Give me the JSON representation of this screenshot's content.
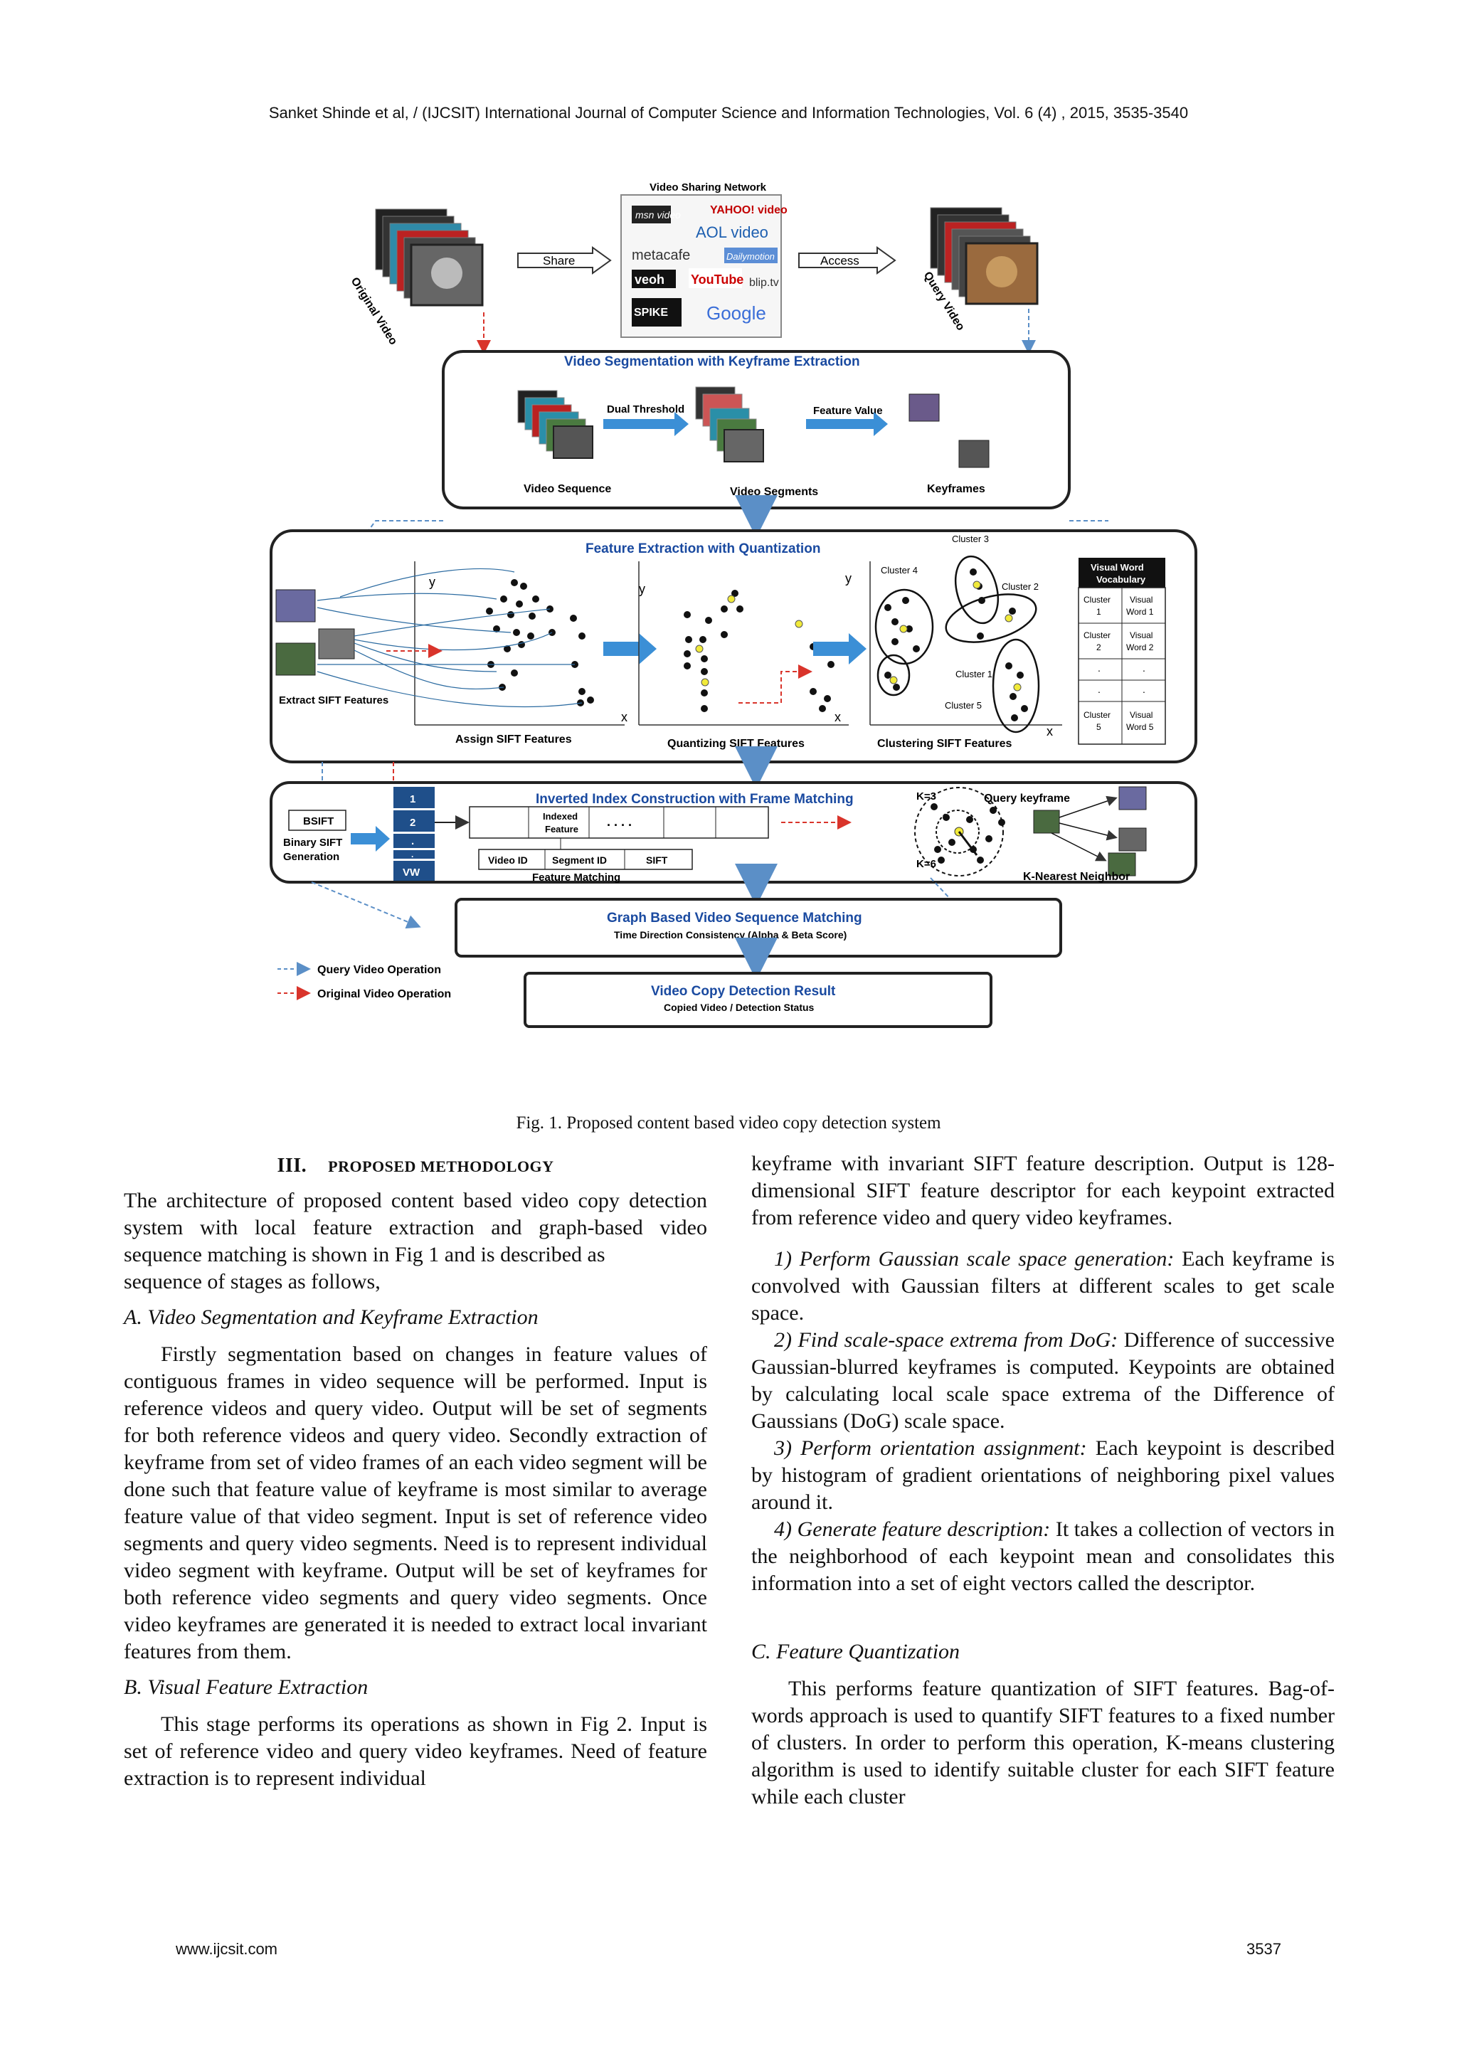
{
  "header": "Sanket Shinde et al, / (IJCSIT) International Journal of Computer Science and Information Technologies, Vol. 6 (4) , 2015, 3535-3540",
  "figure": {
    "network_title": "Video Sharing Network",
    "share": "Share",
    "access": "Access",
    "original_video": "Original Video",
    "query_video": "Query Video",
    "seg_title": "Video Segmentation with Keyframe Extraction",
    "dual_threshold": "Dual Threshold",
    "feature_value": "Feature Value",
    "video_sequence": "Video Sequence",
    "video_segments": "Video Segments",
    "keyframes": "Keyframes",
    "feat_title": "Feature Extraction with Quantization",
    "extract_sift": "Extract SIFT Features",
    "assign_sift": "Assign SIFT Features",
    "quantizing_sift": "Quantizing SIFT Features",
    "clustering_sift": "Clustering SIFT Features",
    "cluster1": "Cluster 1",
    "cluster2": "Cluster 2",
    "cluster3": "Cluster 3",
    "cluster4": "Cluster 4",
    "cluster5": "Cluster 5",
    "axis_x": "x",
    "axis_y": "y",
    "vocab_title_1": "Visual Word",
    "vocab_title_2": "Vocabulary",
    "vocab_rows": [
      {
        "c1": "Cluster",
        "c2": "1",
        "w1": "Visual",
        "w2": "Word 1"
      },
      {
        "c1": "Cluster",
        "c2": "2",
        "w1": "Visual",
        "w2": "Word 2"
      },
      {
        "c1": ".",
        "c2": "",
        "w1": ".",
        "w2": ""
      },
      {
        "c1": ".",
        "c2": "",
        "w1": ".",
        "w2": ""
      },
      {
        "c1": "Cluster",
        "c2": "5",
        "w1": "Visual",
        "w2": "Word 5"
      }
    ],
    "inv_title": "Inverted Index Construction with Frame Matching",
    "bsift": "BSIFT",
    "binary_sift_1": "Binary SIFT",
    "binary_sift_2": "Generation",
    "index_cells": [
      "1",
      "2",
      ".",
      ".",
      "VW"
    ],
    "indexed_1": "Indexed",
    "indexed_2": "Feature",
    "dots": ". . . .",
    "video_id": "Video ID",
    "segment_id": "Segment ID",
    "sift": "SIFT",
    "feature_matching": "Feature Matching",
    "query_keyframe": "Query keyframe",
    "k3": "K=3",
    "k6": "K=6",
    "knn": "K-Nearest Neighbor",
    "graph_title": "Graph Based Video Sequence Matching",
    "graph_sub": "Time Direction Consistency (Alpha & Beta Score)",
    "result_title": "Video Copy Detection Result",
    "result_sub": "Copied Video / Detection Status",
    "legend_query": "Query Video Operation",
    "legend_original": "Original Video Operation",
    "legend_query_color": "#5b8fc7",
    "legend_original_color": "#d9342b",
    "logos": [
      "msn video",
      "YAHOO! video",
      "AOL video",
      "metacafe",
      "Dailymotion",
      "veoh",
      "YouTube",
      "blip.tv",
      "SPIKE",
      "Google"
    ]
  },
  "caption": "Fig. 1. Proposed content based video copy detection system",
  "left": {
    "section_num": "III.",
    "section_title": "PROPOSED METHODOLOGY",
    "intro_1": "The architecture of proposed content based video copy detection system with local feature extraction and graph-based video sequence matching is shown in Fig 1 and is described as",
    "intro_2": "sequence of stages as follows,",
    "a_heading": "A.  Video Segmentation and Keyframe Extraction",
    "a_para": "Firstly segmentation based on changes in feature values of contiguous frames in video sequence will be performed. Input is reference videos and query video. Output will be set of segments for both reference videos and query video. Secondly extraction of keyframe from set of video frames of an each video segment will be done such that feature value of keyframe is most similar to average feature value of that video segment. Input is set of reference video segments and query video segments. Need is to represent individual video segment with keyframe. Output will be set of keyframes for both reference video segments and query video segments. Once video keyframes are generated it is needed to extract local invariant features from them.",
    "b_heading": "B.  Visual Feature Extraction",
    "b_para": "This stage performs its operations as shown in Fig 2. Input is set of reference video and query video keyframes. Need of feature extraction is to represent individual"
  },
  "right": {
    "cont": "keyframe with invariant SIFT feature description. Output is 128-dimensional SIFT feature descriptor for each keypoint extracted from reference video and query video keyframes.",
    "items": [
      {
        "label": "1) Perform Gaussian scale space generation:",
        "text": "Each keyframe is convolved with Gaussian filters at different scales to get scale space."
      },
      {
        "label": "2) Find scale-space extrema from DoG:",
        "text": "Difference of successive Gaussian-blurred keyframes is computed. Keypoints are obtained by calculating local scale space extrema of the Difference of Gaussians (DoG) scale space."
      },
      {
        "label": "3) Perform orientation assignment:",
        "text": "Each keypoint is described by histogram of gradient orientations of neighboring pixel values around it."
      },
      {
        "label": "4) Generate feature description:",
        "text": "It takes a collection of vectors in the neighborhood of each keypoint mean and consolidates this information into a set of eight vectors called the descriptor."
      }
    ],
    "c_heading": "C.  Feature Quantization",
    "c_para": "This performs feature quantization of SIFT features. Bag-of-words approach is used to quantify SIFT features to a fixed number of clusters. In order to perform this operation, K-means clustering algorithm is used to identify suitable cluster for each SIFT feature while each cluster"
  },
  "footer": {
    "website": "www.ijcsit.com",
    "page": "3537"
  }
}
